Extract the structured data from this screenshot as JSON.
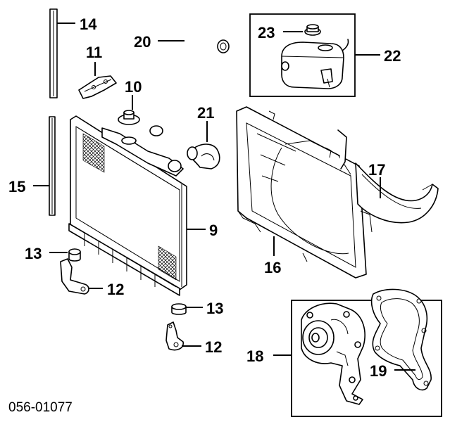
{
  "diagram_code": "056-01077",
  "callouts": {
    "c9": "9",
    "c10": "10",
    "c11": "11",
    "c12a": "12",
    "c12b": "12",
    "c13a": "13",
    "c13b": "13",
    "c14": "14",
    "c15": "15",
    "c16": "16",
    "c17": "17",
    "c18": "18",
    "c19": "19",
    "c20": "20",
    "c21": "21",
    "c22": "22",
    "c23": "23"
  }
}
